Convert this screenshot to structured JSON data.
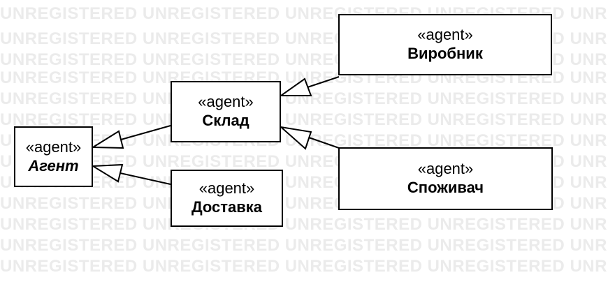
{
  "watermark": {
    "text": "UNREGISTERED"
  },
  "nodes": {
    "agent": {
      "stereotype": "«agent»",
      "name": "Агент"
    },
    "warehouse": {
      "stereotype": "«agent»",
      "name": "Склад"
    },
    "delivery": {
      "stereotype": "«agent»",
      "name": "Доставка"
    },
    "producer": {
      "stereotype": "«agent»",
      "name": "Виробник"
    },
    "consumer": {
      "stereotype": "«agent»",
      "name": "Споживач"
    }
  },
  "edges": [
    {
      "from": "warehouse",
      "to": "agent",
      "type": "generalization"
    },
    {
      "from": "delivery",
      "to": "agent",
      "type": "generalization"
    },
    {
      "from": "producer",
      "to": "warehouse",
      "type": "generalization"
    },
    {
      "from": "consumer",
      "to": "warehouse",
      "type": "generalization"
    }
  ]
}
